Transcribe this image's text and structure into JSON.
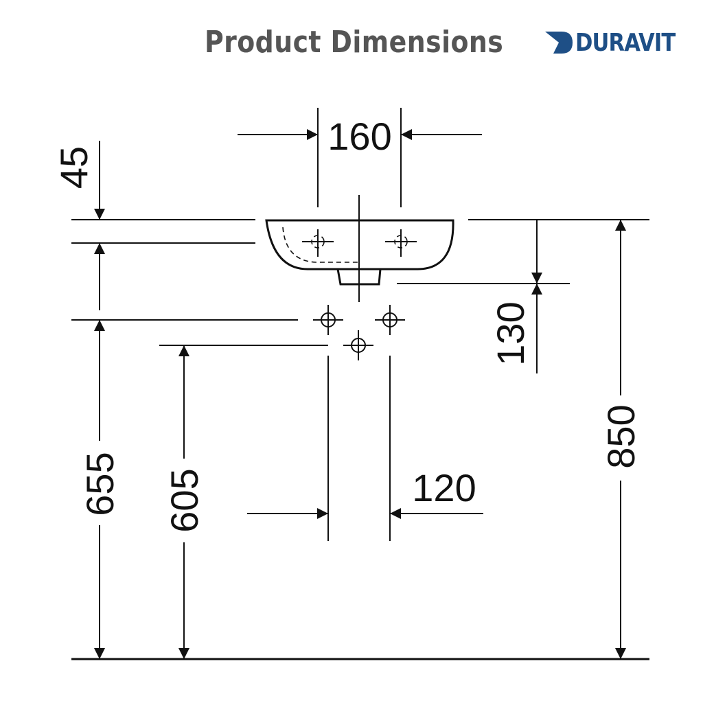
{
  "header": {
    "title": "Product Dimensions",
    "brand": "DURAVIT",
    "brand_color": "#1e4f86",
    "title_color": "#555555"
  },
  "dimensions": {
    "tap_hole_spacing": "160",
    "rim_thickness": "45",
    "outlet_height": "130",
    "overall_height": "850",
    "drain_height": "655",
    "supply_height": "605",
    "supply_spacing": "120"
  },
  "icons": [
    "duravit-logo-icon",
    "crosshair-icon"
  ]
}
